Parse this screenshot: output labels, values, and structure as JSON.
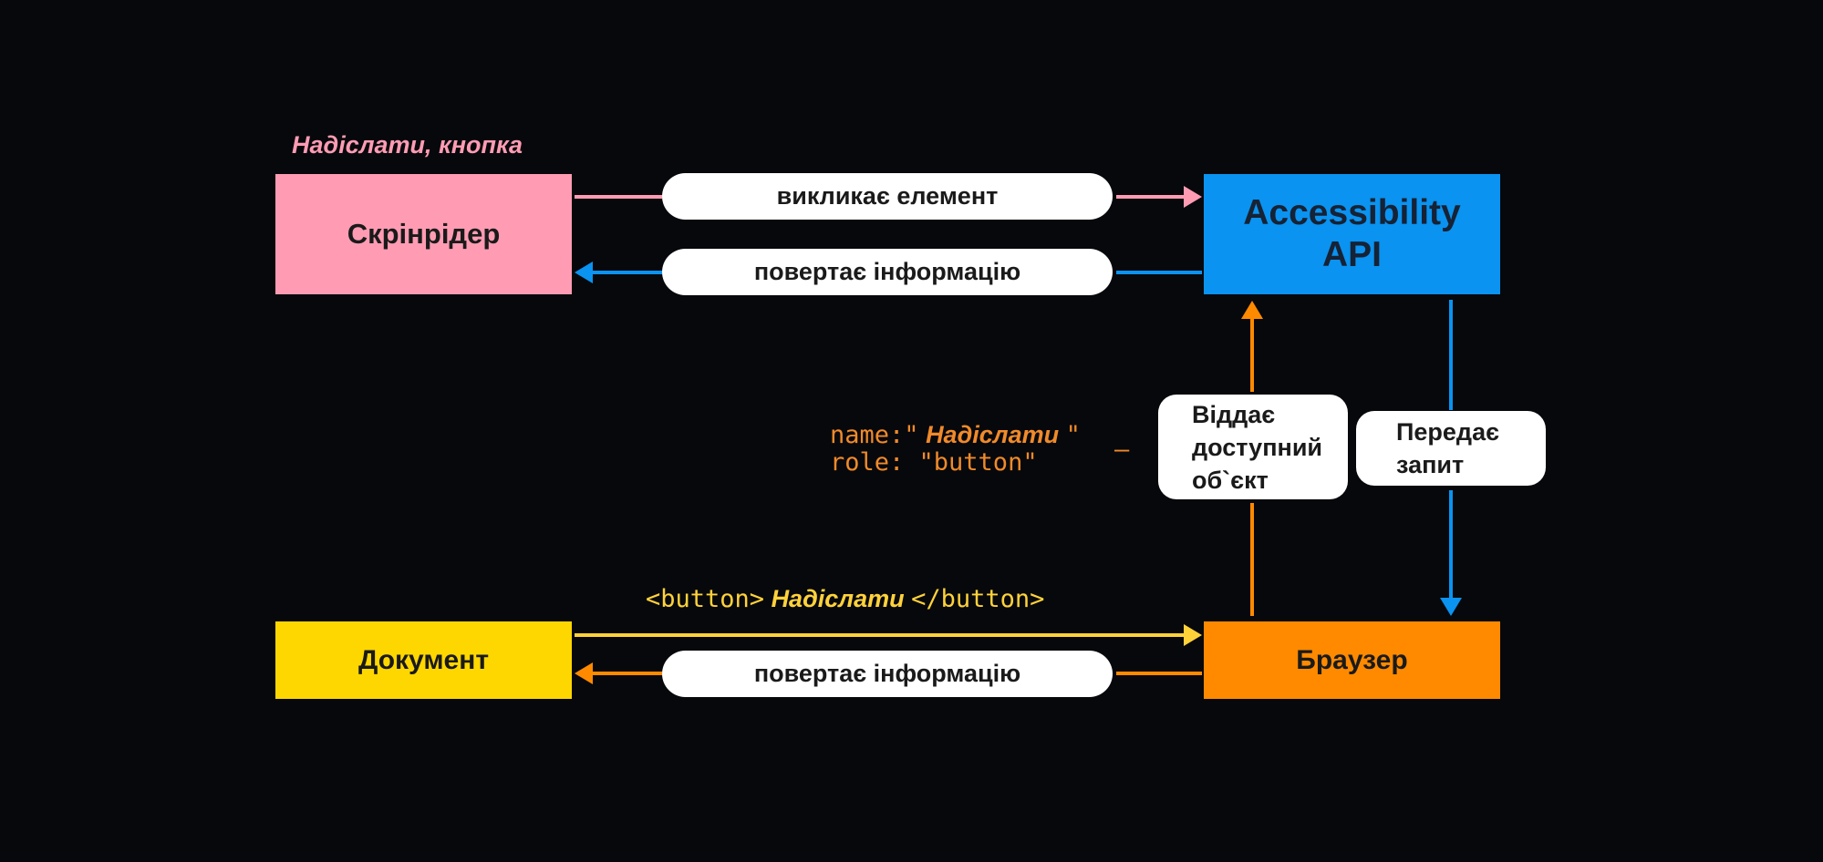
{
  "colors": {
    "background": "#07080c",
    "pink": "#ff9cb3",
    "blue": "#0a93f0",
    "yellow": "#ffd700",
    "orange": "#ff8a00",
    "white": "#ffffff",
    "code_orange": "#f08a2a",
    "code_yellow": "#ffd23a"
  },
  "nodes": {
    "screenreader": {
      "label": "Скрінрідер"
    },
    "accessibility_api": {
      "label_line1": "Accessibility",
      "label_line2": "API"
    },
    "document": {
      "label": "Документ"
    },
    "browser": {
      "label": "Браузер"
    }
  },
  "captions": {
    "screenreader_top": "Надіслати, кнопка"
  },
  "edges": {
    "calls_element": "викликає елемент",
    "returns_info_top": "повертає інформацію",
    "returns_info_bottom": "повертає інформацію",
    "gives_object_line1": "Віддає",
    "gives_object_line2": "доступний",
    "gives_object_line3": "об`єкт",
    "passes_request_line1": "Передає",
    "passes_request_line2": "запит"
  },
  "code": {
    "name_prefix": "name:\"",
    "name_value": "Надіслати",
    "name_suffix": "\"",
    "role_line": "role: \"button\"",
    "dash": "—",
    "button_open": "<button>",
    "button_value": "Надіслати",
    "button_close": "</button>"
  }
}
